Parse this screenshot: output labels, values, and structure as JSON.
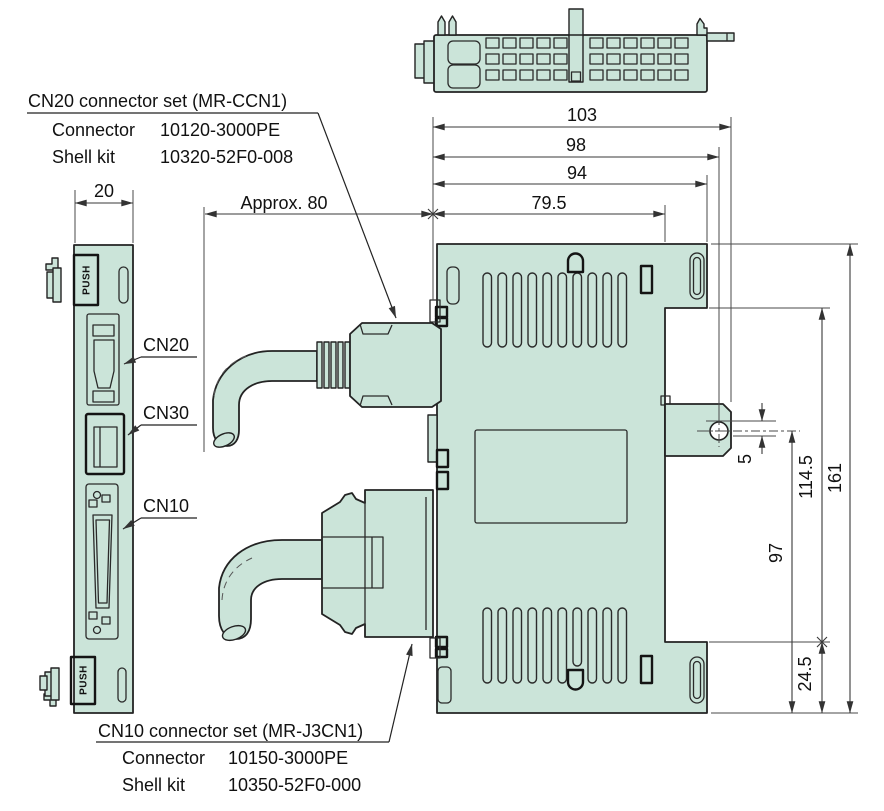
{
  "callouts": {
    "cn20_set": {
      "title": "CN20 connector set (MR-CCN1)",
      "rows": [
        {
          "label": "Connector",
          "value": "10120-3000PE"
        },
        {
          "label": "Shell kit",
          "value": "10320-52F0-008"
        }
      ]
    },
    "cn10_set": {
      "title": "CN10 connector set (MR-J3CN1)",
      "rows": [
        {
          "label": "Connector",
          "value": "10150-3000PE"
        },
        {
          "label": "Shell kit",
          "value": "10350-52F0-000"
        }
      ]
    }
  },
  "labels": {
    "cn20": "CN20",
    "cn30": "CN30",
    "cn10": "CN10",
    "push_top": "PUSH",
    "push_bottom": "PUSH"
  },
  "dimensions_mm": {
    "side_width": "20",
    "cable_clearance": "Approx. 80",
    "depth_overall": "103",
    "depth_hole_center": "98",
    "depth_flange": "94",
    "depth_body": "79.5",
    "height_overall": "161",
    "height_flange_to_bottom": "114.5",
    "height_hole_to_bottom": "97",
    "height_bottom_flange": "24.5",
    "hole_offset": "5"
  },
  "colors": {
    "device_fill": "#cbe4d9",
    "outline": "#232323",
    "dimension_line": "#3a3a3a",
    "text": "#111111",
    "background": "#ffffff"
  }
}
